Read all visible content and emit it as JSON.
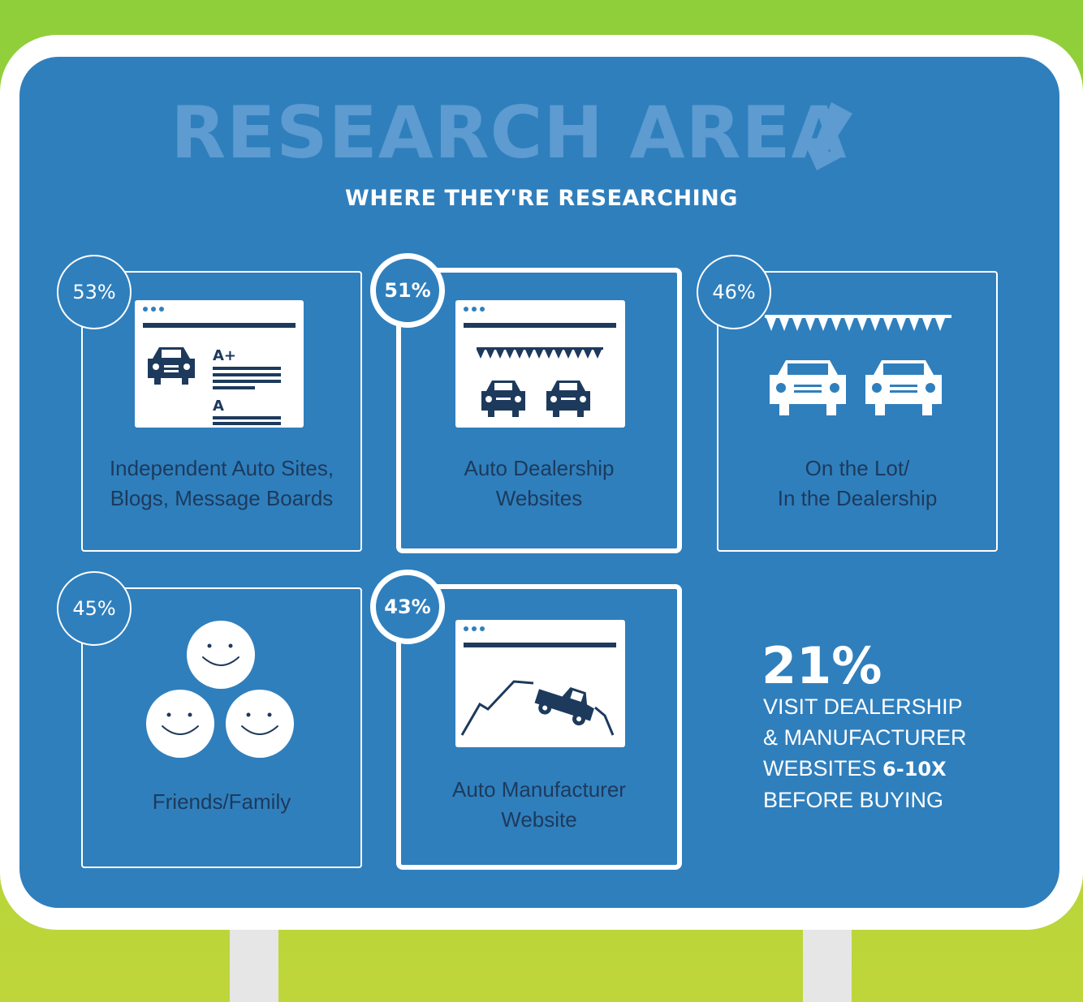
{
  "title": "RESEARCH AREA",
  "subtitle": "WHERE THEY'RE RESEARCHING",
  "colors": {
    "sky": "#8ecf3a",
    "sign_blue": "#2f7fbd",
    "title_blue": "#5d9bd0",
    "dark_navy": "#1d3a5c",
    "white": "#ffffff"
  },
  "cards": [
    {
      "percent": "53%",
      "label_line1": "Independent Auto Sites,",
      "label_line2": "Blogs, Message Boards",
      "icon": "browser-review-icon",
      "highlight": false
    },
    {
      "percent": "51%",
      "label_line1": "Auto Dealership",
      "label_line2": "Websites",
      "icon": "browser-dealership-icon",
      "highlight": true
    },
    {
      "percent": "46%",
      "label_line1": "On the Lot/",
      "label_line2": "In the Dealership",
      "icon": "car-lot-icon",
      "highlight": false
    },
    {
      "percent": "45%",
      "label_line1": "Friends/Family",
      "label_line2": "",
      "icon": "smiley-faces-icon",
      "highlight": false
    },
    {
      "percent": "43%",
      "label_line1": "Auto Manufacturer",
      "label_line2": "Website",
      "icon": "browser-truck-icon",
      "highlight": true
    }
  ],
  "review_grades": {
    "grade1": "A+",
    "grade2": "A"
  },
  "stat": {
    "value": "21%",
    "line1": "VISIT DEALERSHIP",
    "line2": "& MANUFACTURER",
    "line3_prefix": "WEBSITES ",
    "line3_bold": "6-10X",
    "line4": "BEFORE BUYING"
  }
}
